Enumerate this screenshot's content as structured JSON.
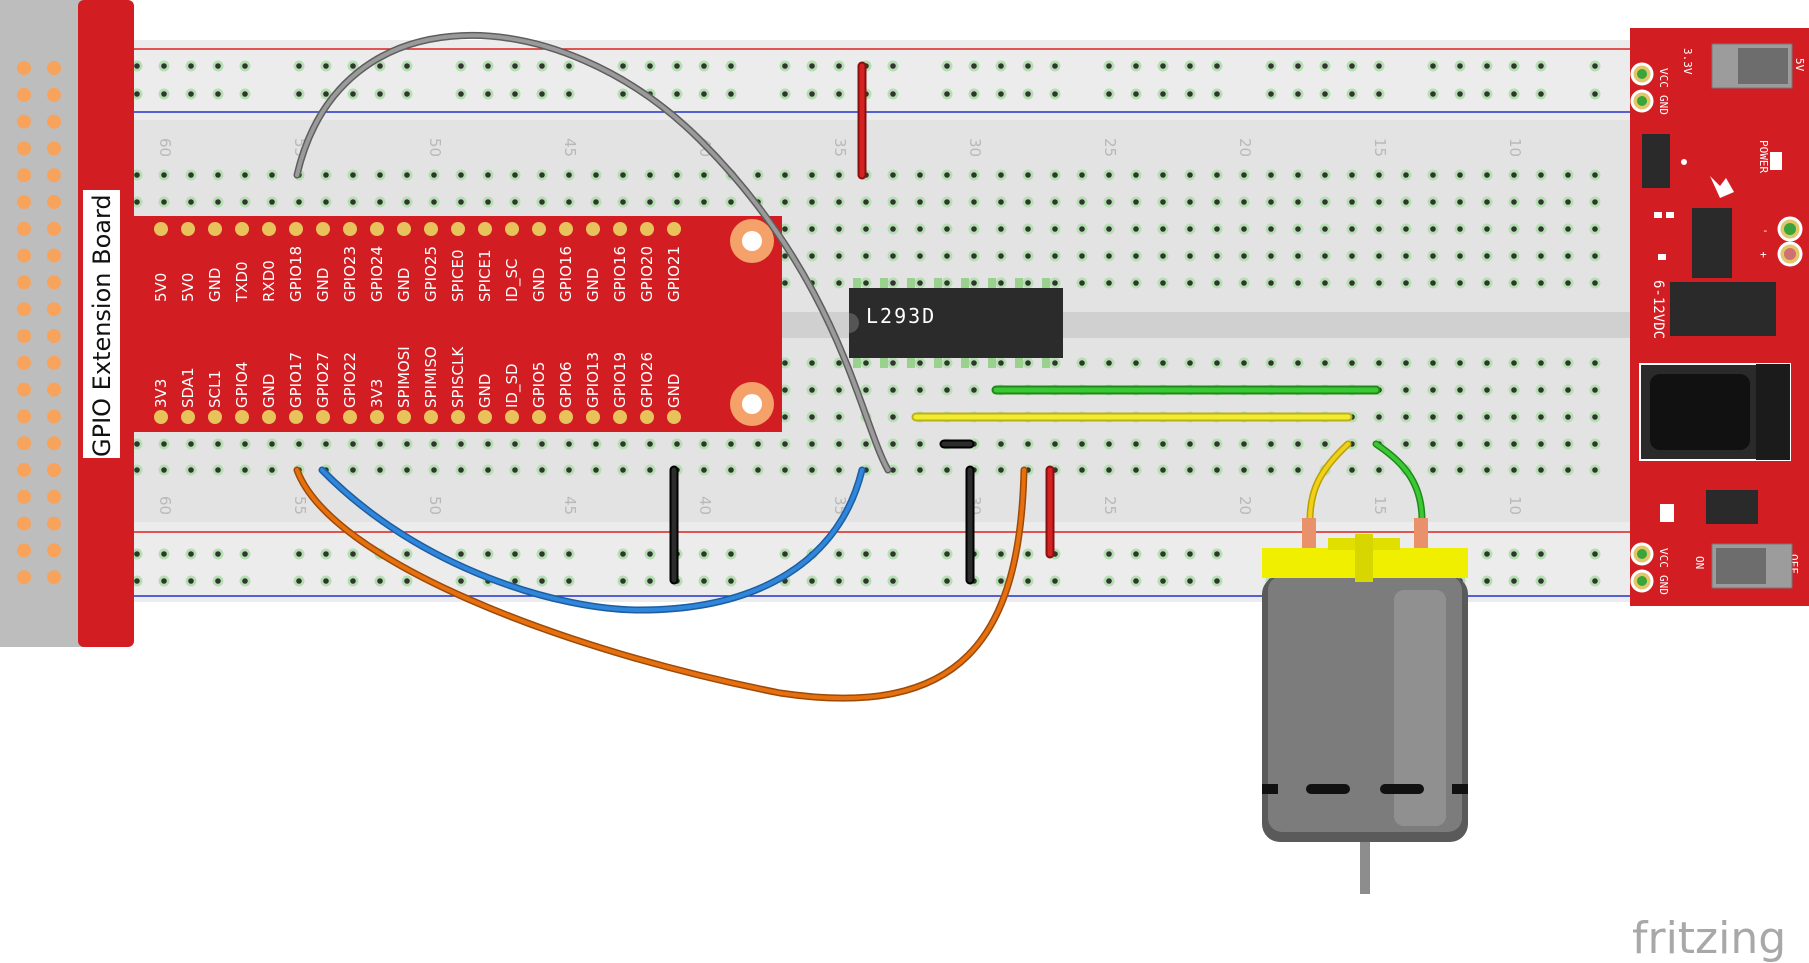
{
  "extension_board": {
    "title": "GPIO Extension Board",
    "top_pins": [
      "5V0",
      "5V0",
      "GND",
      "TXD0",
      "RXD0",
      "GPIO18",
      "GND",
      "GPIO23",
      "GPIO24",
      "GND",
      "GPIO25",
      "SPICE0",
      "SPICE1",
      "ID_SC",
      "GND",
      "GPIO16",
      "GND",
      "GPIO16",
      "GPIO20",
      "GPIO21"
    ],
    "bottom_pins": [
      "3V3",
      "SDA1",
      "SCL1",
      "GPIO4",
      "GND",
      "GPIO17",
      "GPIO27",
      "GPIO22",
      "3V3",
      "SPIMOSI",
      "SPIMISO",
      "SPISCLK",
      "GND",
      "ID_SD",
      "GPIO5",
      "GPIO6",
      "GPIO13",
      "GPIO19",
      "GPIO26",
      "GND"
    ]
  },
  "breadboard": {
    "column_numbers": [
      "60",
      "55",
      "50",
      "45",
      "40",
      "35",
      "30",
      "25",
      "20",
      "15",
      "10"
    ]
  },
  "chip": {
    "label": "L293D"
  },
  "power_module": {
    "labels": {
      "vcc_top": "VCC",
      "gnd_top": "GND",
      "v33": "3.3V",
      "v5": "5V",
      "power": "POWER",
      "minus": "-",
      "plus": "+",
      "dc": "6-12VDC",
      "vcc_bottom": "VCC",
      "gnd_bottom": "GND",
      "on": "ON",
      "off": "OFF"
    }
  },
  "wires": [
    {
      "name": "gray",
      "color": "#8a8a8a"
    },
    {
      "name": "blue",
      "color": "#2f7fd2"
    },
    {
      "name": "orange",
      "color": "#e46c10"
    },
    {
      "name": "green",
      "color": "#35b82e"
    },
    {
      "name": "yellow",
      "color": "#e6e02a"
    },
    {
      "name": "red",
      "color": "#cc1e1e"
    },
    {
      "name": "black",
      "color": "#222222"
    }
  ],
  "logo": "fritzing"
}
